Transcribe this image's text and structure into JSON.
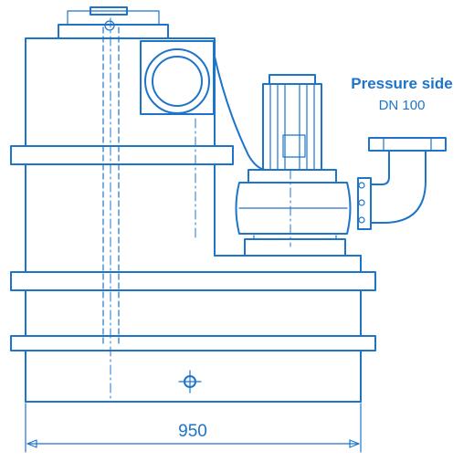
{
  "colors": {
    "line": "#1d74c9",
    "background": "#ffffff"
  },
  "labels": {
    "pressure_side": "Pressure side",
    "pressure_size": "DN 100",
    "width_dimension": "950"
  }
}
